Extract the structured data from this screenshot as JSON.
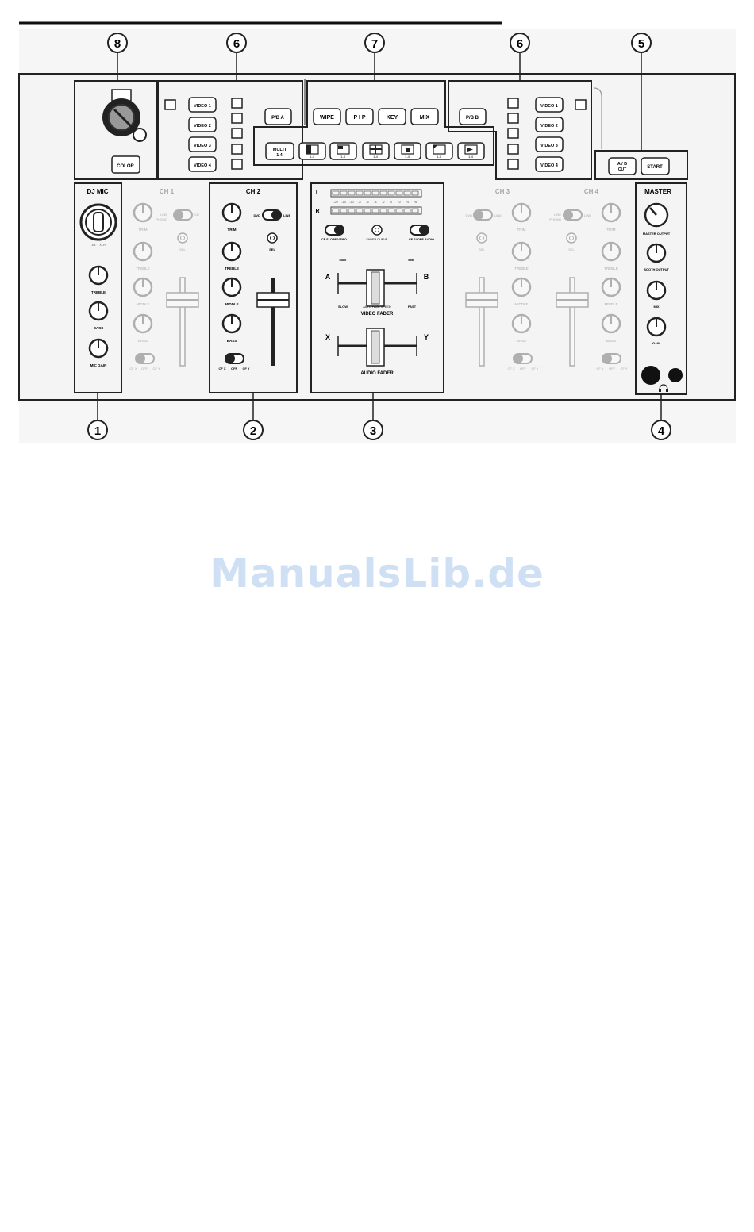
{
  "callouts": {
    "top": [
      "8",
      "6",
      "7",
      "6",
      "5"
    ],
    "bottom": [
      "1",
      "2",
      "3",
      "4"
    ]
  },
  "mic_section": {
    "title": "DJ MIC",
    "jack_label": "1/4\" / XLR",
    "knobs": [
      "TREBLE",
      "BASS",
      "MIC GAIN"
    ]
  },
  "channels": {
    "ch1": "CH 1",
    "ch2": "CH 2",
    "ch3": "CH 3",
    "ch4": "CH 4",
    "knobs": [
      "TRIM",
      "TREBLE",
      "MIDDLE",
      "BASS"
    ],
    "switch_phono": "PHONO",
    "switch_line": "LINE",
    "switch_line_alt": "LINE",
    "switch_cd": "CD",
    "switch_dvd": "DVD",
    "cue": "SEL",
    "assign": [
      "CF X",
      "OFF",
      "CF Y"
    ]
  },
  "video_left": {
    "buttons": [
      "VIDEO 1",
      "VIDEO 2",
      "VIDEO 3",
      "VIDEO 4"
    ],
    "bus": "P/B A"
  },
  "video_right": {
    "buttons": [
      "VIDEO 1",
      "VIDEO 2",
      "VIDEO 3",
      "VIDEO 4"
    ],
    "bus": "P/B B"
  },
  "effects": {
    "buttons": [
      "WIPE",
      "P I P",
      "KEY",
      "MIX"
    ],
    "multi": "MULTI",
    "patterns": [
      "1-4",
      "1-4",
      "1-4",
      "1-4",
      "1-4",
      "1-4"
    ],
    "pattern_sub": "1-4"
  },
  "auto": {
    "ab": "A / B",
    "ab_sub": "CUT",
    "start": "START"
  },
  "color_button": "COLOR",
  "center": {
    "meter_l": "L",
    "meter_r": "R",
    "meter_scale": [
      "-20",
      "-15",
      "-10",
      "-8",
      "-6",
      "-4",
      "-2",
      "0",
      "+2",
      "+4",
      "+6"
    ],
    "cf_curve_video": "CF SLOPE VIDEO",
    "fader_curve": "FADER CURVE",
    "cf_curve_audio": "CF SLOPE AUDIO",
    "max": "MAX",
    "min": "MIN",
    "video_a": "A",
    "video_b": "B",
    "slow": "SLOW",
    "fast": "FAST",
    "auto_fade": "AUTO FADE SPEED",
    "video_fader": "VIDEO FADER",
    "audio_x": "X",
    "audio_y": "Y",
    "audio_fader": "AUDIO FADER"
  },
  "master": {
    "title": "MASTER",
    "knobs": [
      "MASTER OUTPUT",
      "BOOTH OUTPUT",
      "MIX",
      "GAIN"
    ]
  },
  "watermark": "ManualsLib.de"
}
